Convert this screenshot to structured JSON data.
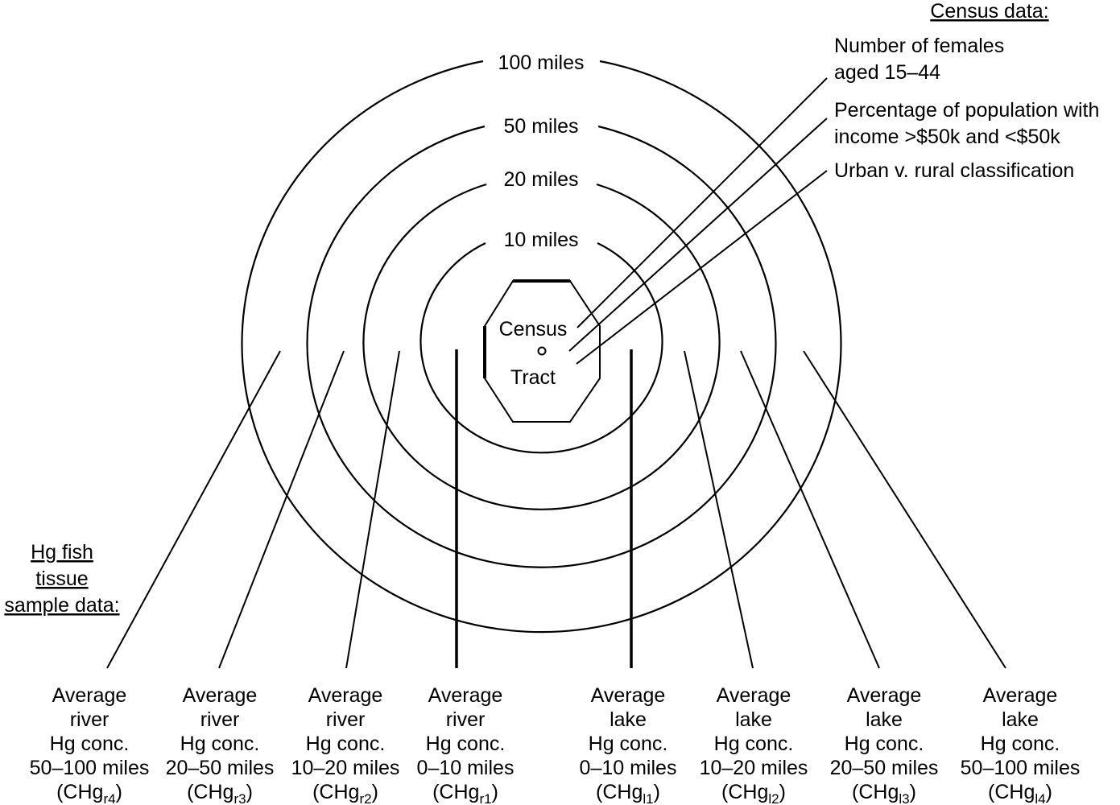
{
  "rings": [
    {
      "label": "100 miles"
    },
    {
      "label": "50 miles"
    },
    {
      "label": "20 miles"
    },
    {
      "label": "10 miles"
    }
  ],
  "tract": {
    "line1": "Census",
    "line2": "Tract"
  },
  "census": {
    "heading": "Census data:",
    "items": [
      {
        "line1": "Number of females",
        "line2": "aged 15–44"
      },
      {
        "line1": "Percentage of population with",
        "line2": "income >$50k and <$50k"
      },
      {
        "line1": "Urban v. rural classification",
        "line2": ""
      }
    ]
  },
  "hg": {
    "line1": "Hg fish",
    "line2": "tissue",
    "line3": "sample data:"
  },
  "samples": [
    {
      "l1": "Average",
      "l2": "river",
      "l3": "Hg conc.",
      "l4": "50–100 miles",
      "sym": "(CHg",
      "sub": "r4",
      "close": ")"
    },
    {
      "l1": "Average",
      "l2": "river",
      "l3": "Hg conc.",
      "l4": "20–50 miles",
      "sym": "(CHg",
      "sub": "r3",
      "close": ")"
    },
    {
      "l1": "Average",
      "l2": "river",
      "l3": "Hg conc.",
      "l4": "10–20 miles",
      "sym": "(CHg",
      "sub": "r2",
      "close": ")"
    },
    {
      "l1": "Average",
      "l2": "river",
      "l3": "Hg conc.",
      "l4": "0–10 miles",
      "sym": "(CHg",
      "sub": "r1",
      "close": ")"
    },
    {
      "l1": "Average",
      "l2": "lake",
      "l3": "Hg conc.",
      "l4": "0–10 miles",
      "sym": "(CHg",
      "sub": "l1",
      "close": ")"
    },
    {
      "l1": "Average",
      "l2": "lake",
      "l3": "Hg conc.",
      "l4": "10–20 miles",
      "sym": "(CHg",
      "sub": "l2",
      "close": ")"
    },
    {
      "l1": "Average",
      "l2": "lake",
      "l3": "Hg conc.",
      "l4": "20–50 miles",
      "sym": "(CHg",
      "sub": "l3",
      "close": ")"
    },
    {
      "l1": "Average",
      "l2": "lake",
      "l3": "Hg conc.",
      "l4": "50–100 miles",
      "sym": "(CHg",
      "sub": "l4",
      "close": ")"
    }
  ]
}
